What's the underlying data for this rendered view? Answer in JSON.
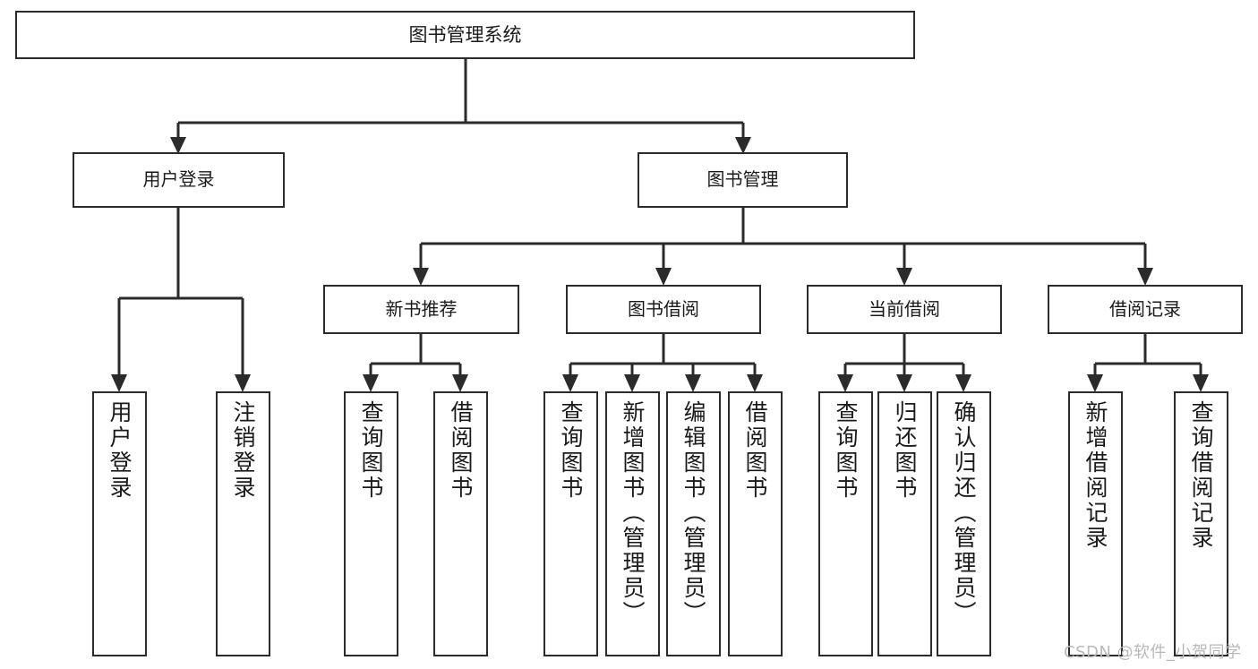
{
  "diagram": {
    "type": "hierarchy-tree",
    "title_node": {
      "label": "图书管理系统"
    },
    "level2": [
      {
        "label": "用户登录"
      },
      {
        "label": "图书管理"
      }
    ],
    "level3": [
      {
        "label": "新书推荐"
      },
      {
        "label": "图书借阅"
      },
      {
        "label": "当前借阅"
      },
      {
        "label": "借阅记录"
      }
    ],
    "leaves": {
      "user_login": [
        {
          "label": "用户登录"
        },
        {
          "label": "注销登录"
        }
      ],
      "new_book_recommend": [
        {
          "label": "查询图书"
        },
        {
          "label": "借阅图书"
        }
      ],
      "book_borrow": [
        {
          "label": "查询图书"
        },
        {
          "label": "新增图书（管理员）"
        },
        {
          "label": "编辑图书（管理员）"
        },
        {
          "label": "借阅图书"
        }
      ],
      "current_borrow": [
        {
          "label": "查询图书"
        },
        {
          "label": "归还图书"
        },
        {
          "label": "确认归还（管理员）"
        }
      ],
      "borrow_record": [
        {
          "label": "新增借阅记录"
        },
        {
          "label": "查询借阅记录"
        }
      ]
    },
    "watermark": "CSDN @软件_小贺同学",
    "colors": {
      "stroke": "#2b2b2b",
      "fill": "#ffffff",
      "text": "#1a1a1a",
      "watermark": "#b9b9b9"
    }
  }
}
